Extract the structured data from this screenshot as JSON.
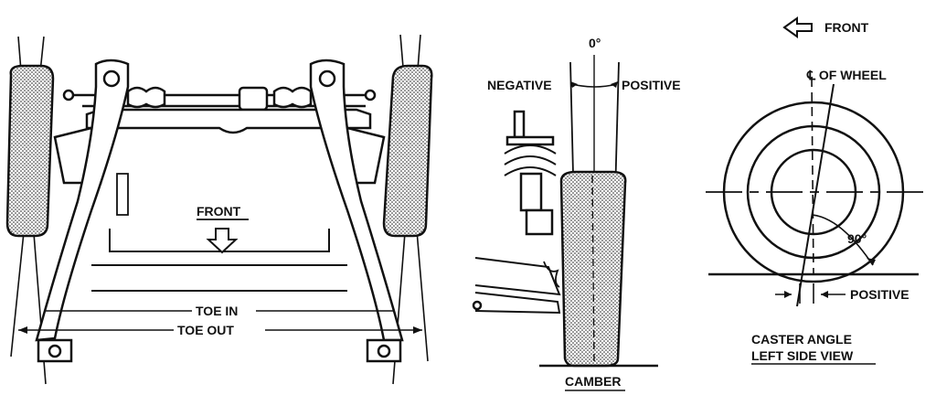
{
  "toe_diagram": {
    "front_label": "FRONT",
    "toe_in_label": "TOE IN",
    "toe_out_label": "TOE OUT"
  },
  "camber_diagram": {
    "angle_zero": "0°",
    "negative_label": "NEGATIVE",
    "positive_label": "POSITIVE",
    "title": "CAMBER"
  },
  "caster_diagram": {
    "front_label": "FRONT",
    "wheel_centerline_label": "℄ OF WHEEL",
    "angle_label": "90°",
    "positive_label": "POSITIVE",
    "title_line1": "CASTER ANGLE",
    "title_line2": "LEFT SIDE VIEW"
  },
  "colors": {
    "ink": "#111111",
    "paper": "#ffffff"
  }
}
